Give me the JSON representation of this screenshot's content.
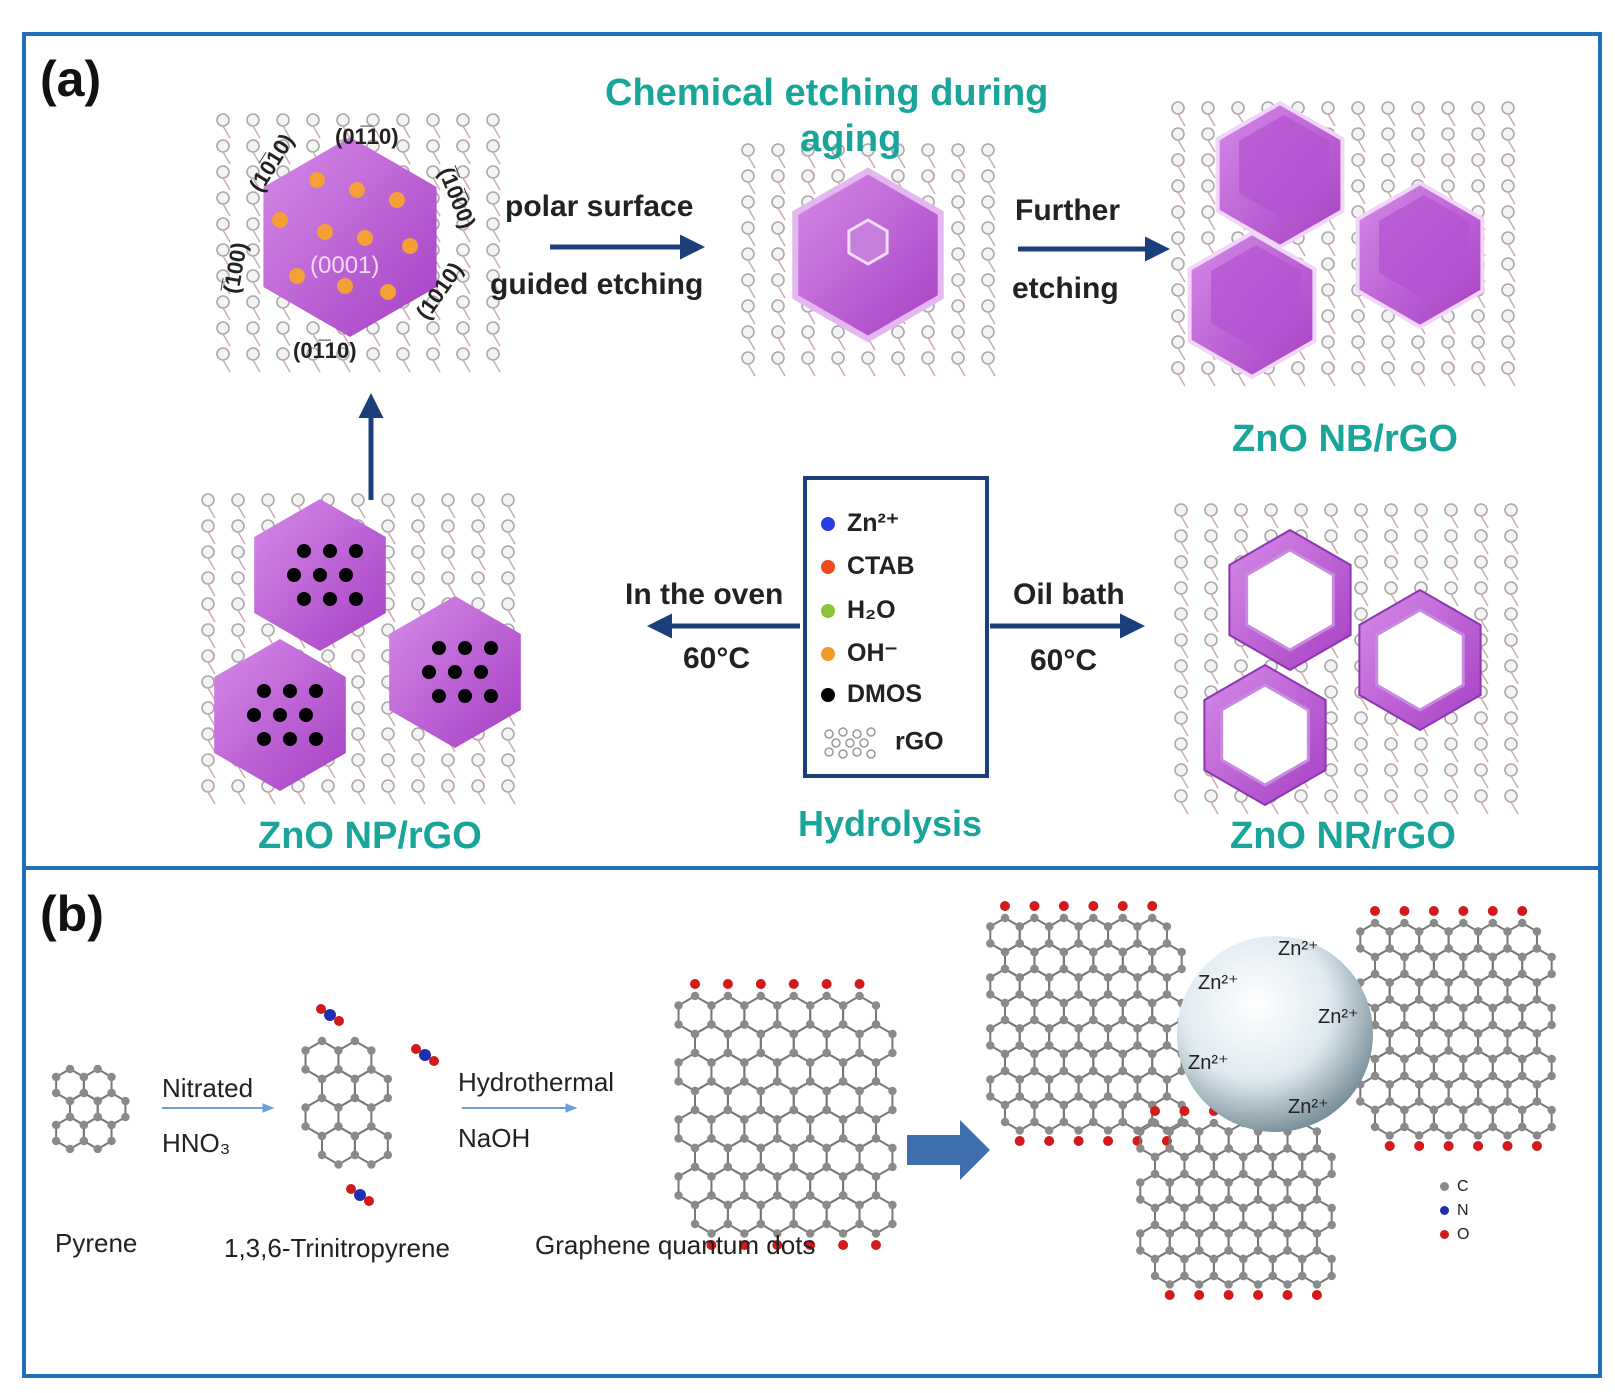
{
  "panel_a": {
    "label": "(a)",
    "title_line1": "Chemical etching during",
    "title_line2": "aging",
    "arrow1_top": "polar surface",
    "arrow1_bottom": "guided etching",
    "arrow2_top": "Further",
    "arrow2_bottom": "etching",
    "facets": [
      "(10̅10)",
      "(01̅10)",
      "(̅10̅00)",
      "(̅100)",
      "(0001)",
      "(1010)",
      "(01̅10)"
    ],
    "product_nb": "ZnO NB/rGO",
    "product_np": "ZnO NP/rGO",
    "product_nr": "ZnO NR/rGO",
    "left_arrow_top": "In the oven",
    "left_arrow_bottom": "60°C",
    "right_arrow_top": "Oil bath",
    "right_arrow_bottom": "60°C",
    "legend_caption": "Hydrolysis",
    "legend": [
      {
        "label": "Zn²⁺",
        "color": "#2a3fe0"
      },
      {
        "label": "CTAB",
        "color": "#ee4a1c"
      },
      {
        "label": "H₂O",
        "color": "#8dc23a"
      },
      {
        "label": "OH⁻",
        "color": "#f39a2c"
      },
      {
        "label": "DMOS",
        "color": "#000000"
      },
      {
        "label": "rGO",
        "color": ""
      }
    ]
  },
  "panel_b": {
    "label": "(b)",
    "pyrene": "Pyrene",
    "step1_top": "Nitrated",
    "step1_bottom": "HNO₃",
    "trinitro": "1,3,6-Trinitropyrene",
    "step2_top": "Hydrothermal",
    "step2_bottom": "NaOH",
    "gqd": "Graphene quantum dots",
    "zn_labels": [
      "Zn²⁺",
      "Zn²⁺",
      "Zn²⁺",
      "Zn²⁺",
      "Zn²⁺"
    ],
    "atom_legend": [
      {
        "label": "C",
        "color": "#8a8a8a"
      },
      {
        "label": "N",
        "color": "#1f2fb0"
      },
      {
        "label": "O",
        "color": "#d21a1a"
      }
    ]
  }
}
